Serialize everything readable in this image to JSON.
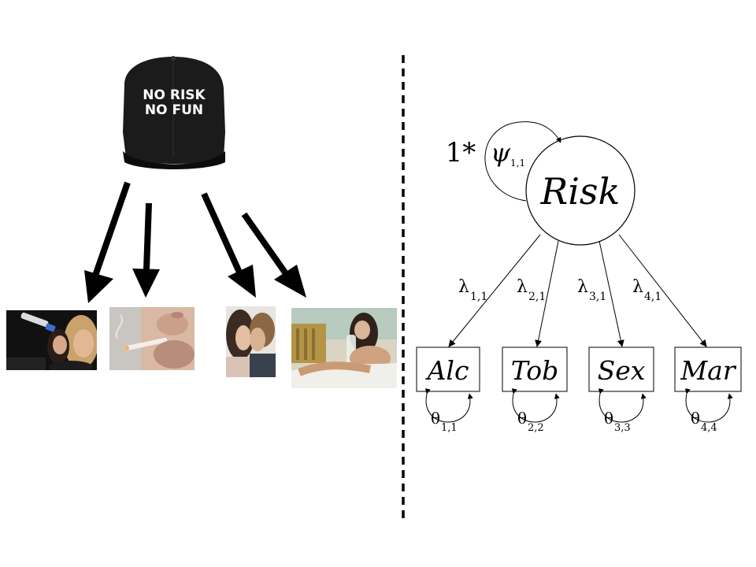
{
  "cap": {
    "line1": "NO RISK",
    "line2": "NO FUN"
  },
  "model": {
    "factor": "Risk",
    "variance_fixed": "1*",
    "psi_symbol": "ψ",
    "psi_sub": "1,1",
    "indicators": [
      {
        "label": "Alc",
        "lambda_sub": "1,1",
        "theta_sub": "1,1"
      },
      {
        "label": "Tob",
        "lambda_sub": "2,1",
        "theta_sub": "2,2"
      },
      {
        "label": "Sex",
        "lambda_sub": "3,1",
        "theta_sub": "3,3"
      },
      {
        "label": "Mar",
        "lambda_sub": "4,1",
        "theta_sub": "4,4"
      }
    ],
    "lambda_symbol": "λ",
    "theta_symbol": "θ"
  },
  "photos": [
    {
      "subject": "drinking"
    },
    {
      "subject": "smoking"
    },
    {
      "subject": "kissing"
    },
    {
      "subject": "bong"
    }
  ]
}
